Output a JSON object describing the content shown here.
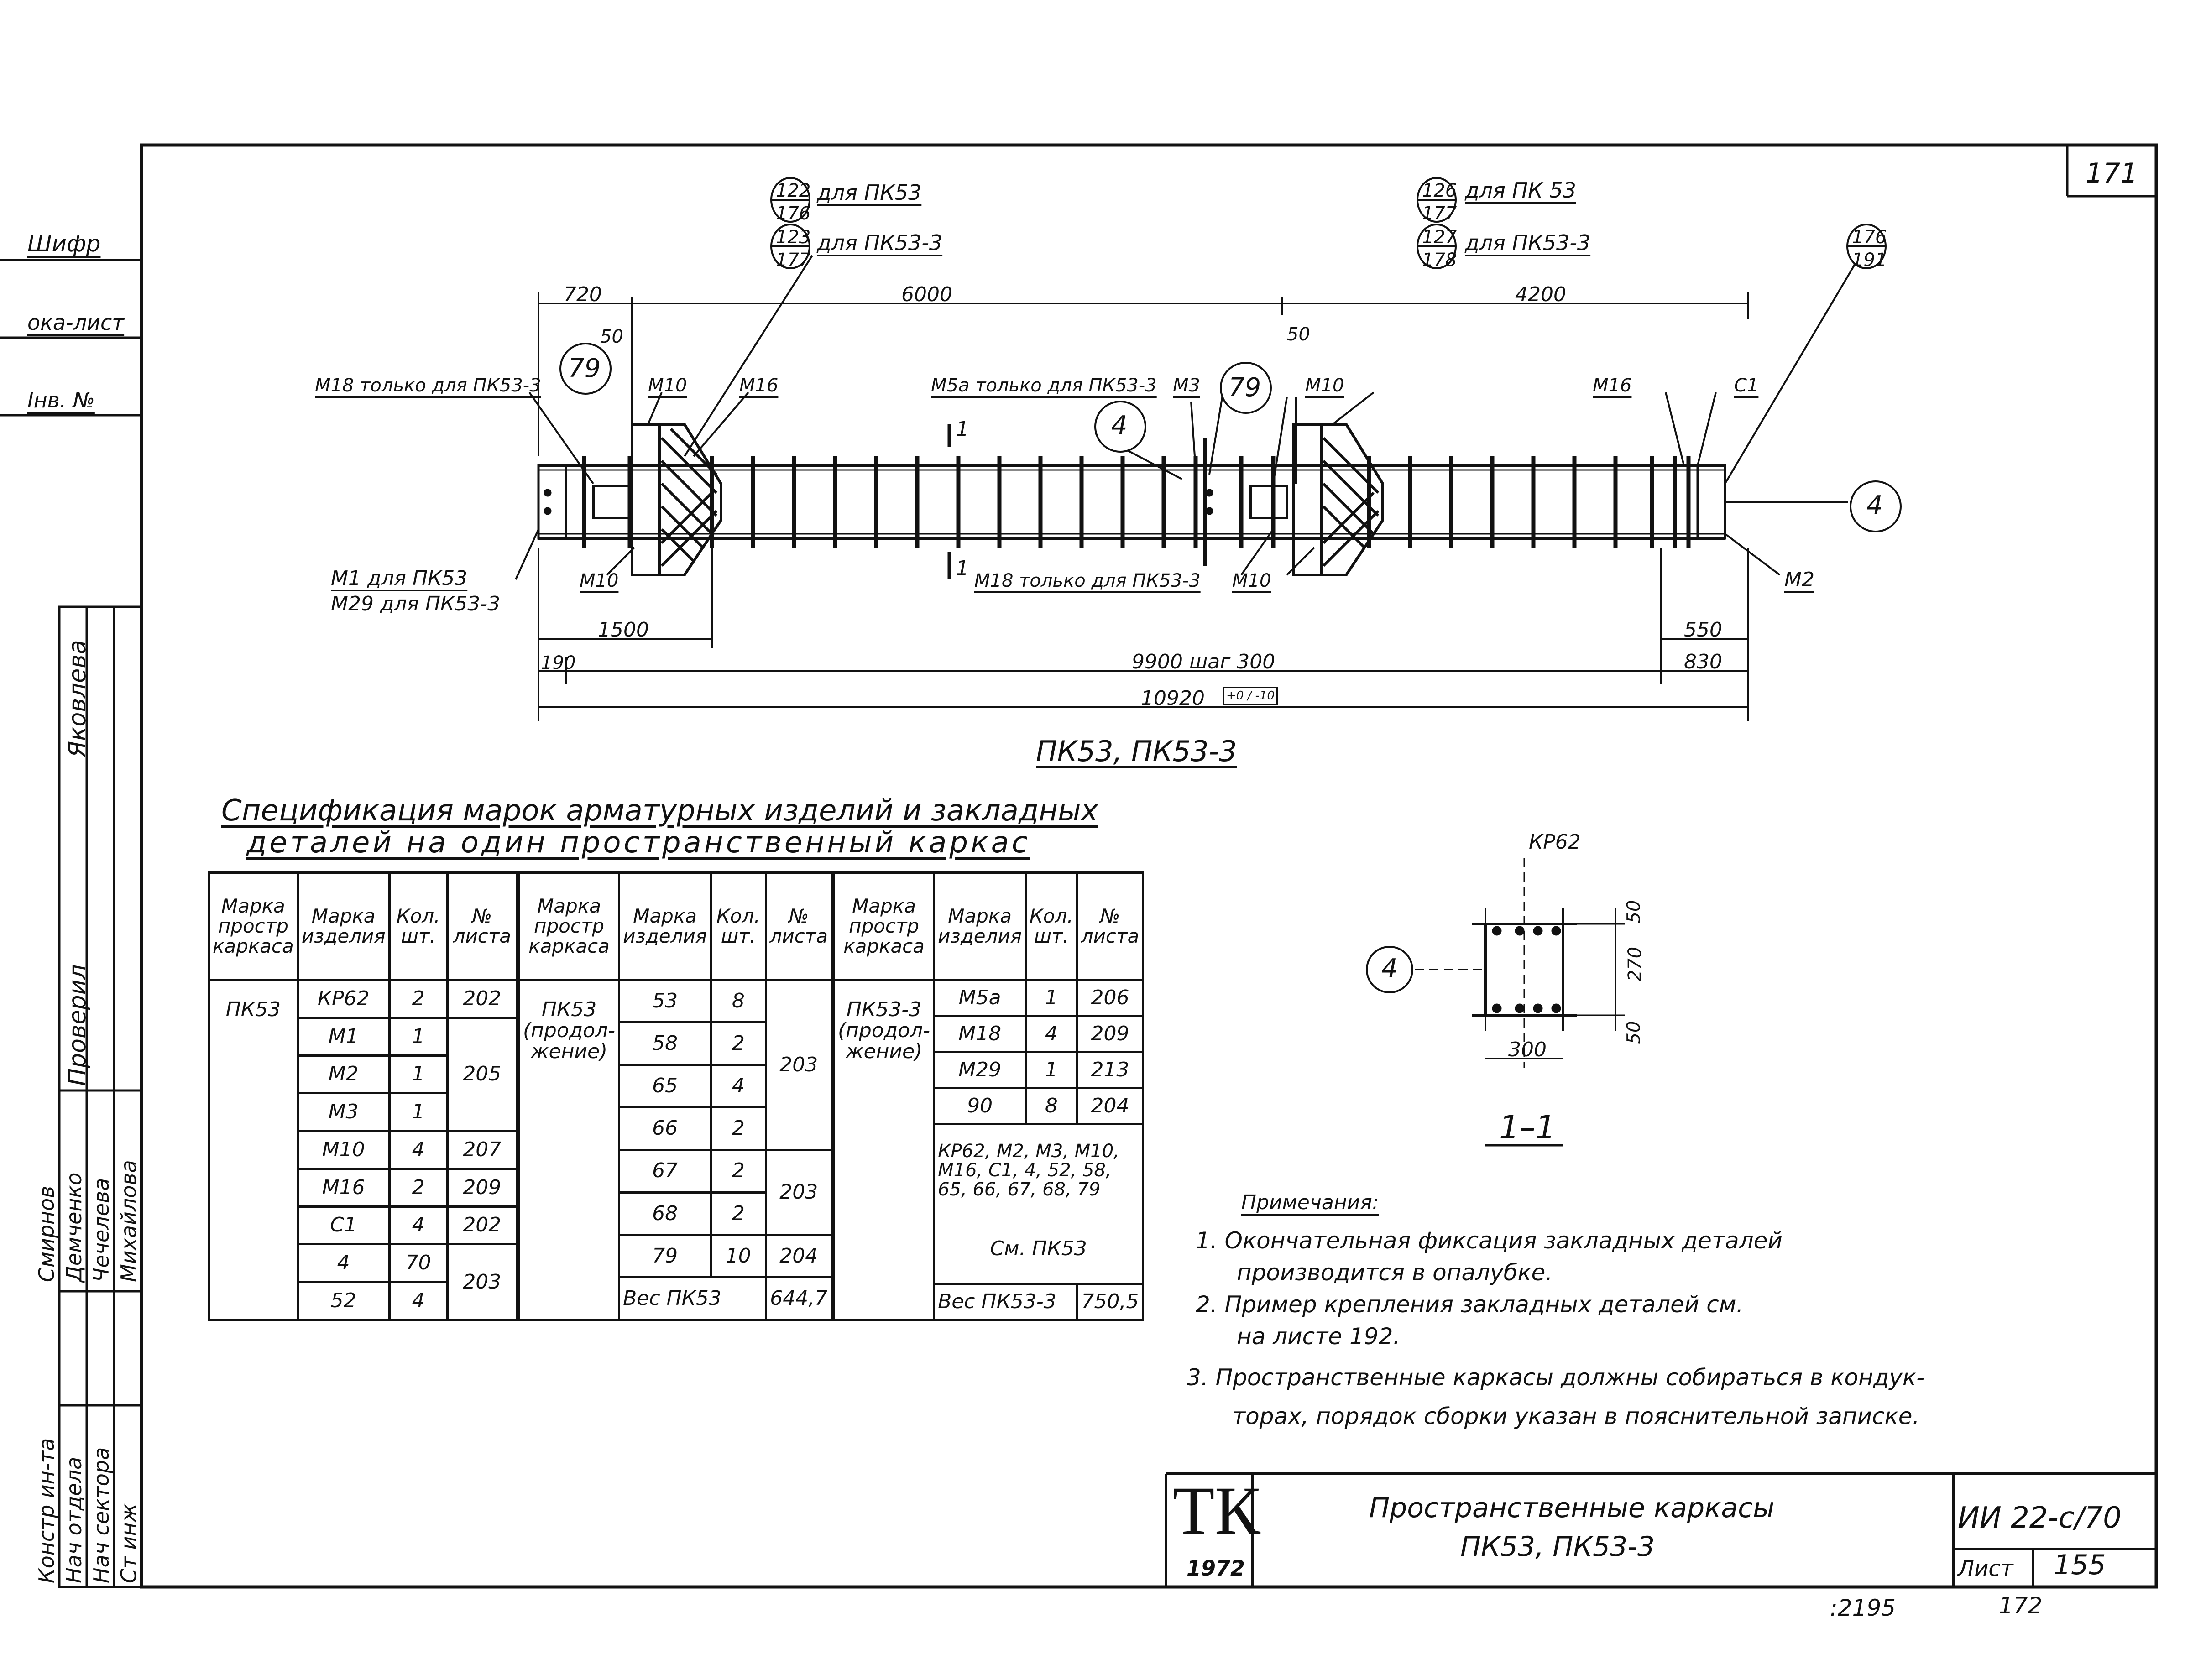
{
  "sheet": {
    "sheet_corner_number": "171",
    "stamp_cipher": "Шифр",
    "stamp_book_sheet": "ока-лист",
    "stamp_inv_no": "Інв. №"
  },
  "drawing": {
    "caption": "ПК53, ПК53-3",
    "refs": {
      "a1": "122",
      "a1b": "176",
      "a1t": "для ПК53",
      "a2": "123",
      "a2b": "177",
      "a2t": "для ПК53-3",
      "b1": "126",
      "b1b": "177",
      "b1t": "для ПК 53",
      "b2": "127",
      "b2b": "178",
      "b2t": "для ПК53-3",
      "c1": "176",
      "c1b": "191"
    },
    "callouts": {
      "n79": "79",
      "n4": "4"
    },
    "dims": {
      "d720": "720",
      "d6000": "6000",
      "d4200": "4200",
      "d50": "50",
      "d1500": "1500",
      "d550": "550",
      "d190": "190",
      "d9900": "9900 шаг 300",
      "d830": "830",
      "d10920": "10920",
      "tol": "+0 / -10"
    },
    "labels": {
      "m18_only": "М18 только для ПК53-3",
      "m10": "М10",
      "m16": "М16",
      "m5a": "М5а только для ПК53-3",
      "m3": "М3",
      "c1": "С1",
      "m1": "М1 для ПК53",
      "m29": "М29 для ПК53-3",
      "m18b": "М18 только для ПК53-3",
      "m2": "М2",
      "sec": "1"
    }
  },
  "section": {
    "kr": "КР62",
    "d50a": "50",
    "d270": "270",
    "d50b": "50",
    "d300": "300",
    "n4": "4",
    "title": "1–1"
  },
  "spec": {
    "title_line1": "Спецификация марок арматурных изделий и закладных",
    "title_line2": "деталей на один пространственный каркас",
    "headers": {
      "frame_mark": "Марка простр каркаса",
      "item_mark": "Марка изделия",
      "qty": "Кол. шт.",
      "sheet_no": "№ листа"
    },
    "col1": {
      "frame": "ПК53",
      "rows": [
        {
          "m": "КР62",
          "q": "2",
          "s": "202"
        },
        {
          "m": "М1",
          "q": "1",
          "s": ""
        },
        {
          "m": "М2",
          "q": "1",
          "s": "205"
        },
        {
          "m": "М3",
          "q": "1",
          "s": ""
        },
        {
          "m": "М10",
          "q": "4",
          "s": "207"
        },
        {
          "m": "М16",
          "q": "2",
          "s": "209"
        },
        {
          "m": "С1",
          "q": "4",
          "s": "202"
        },
        {
          "m": "4",
          "q": "70",
          "s": ""
        },
        {
          "m": "52",
          "q": "4",
          "s": "203"
        }
      ]
    },
    "col2": {
      "frame": "ПК53 (продол-жение)",
      "rows": [
        {
          "m": "53",
          "q": "8"
        },
        {
          "m": "58",
          "q": "2"
        },
        {
          "m": "65",
          "q": "4"
        },
        {
          "m": "66",
          "q": "2"
        },
        {
          "m": "67",
          "q": "2"
        },
        {
          "m": "68",
          "q": "2"
        },
        {
          "m": "79",
          "q": "10"
        }
      ],
      "s203a": "203",
      "s203b": "203",
      "s204": "204",
      "weight_label": "Вес ПК53",
      "weight": "644,7"
    },
    "col3": {
      "frame": "ПК53-3 (продол-жение)",
      "rows": [
        {
          "m": "М5а",
          "q": "1",
          "s": "206"
        },
        {
          "m": "М18",
          "q": "4",
          "s": "209"
        },
        {
          "m": "М29",
          "q": "1",
          "s": "213"
        },
        {
          "m": "90",
          "q": "8",
          "s": "204"
        }
      ],
      "list": "КР62, М2, М3, М10, М16, С1, 4, 52, 58, 65, 66, 67, 68, 79",
      "see": "См. ПК53",
      "weight_label": "Вес ПК53-3",
      "weight": "750,5"
    }
  },
  "notes": {
    "heading": "Примечания:",
    "n1a": "1. Окончательная фиксация закладных деталей",
    "n1b": "производится в опалубке.",
    "n2a": "2. Пример крепления закладных деталей см.",
    "n2b": "на листе 192.",
    "n3a": "3. Пространственные каркасы должны собираться в кондук-",
    "n3b": "торах, порядок сборки указан в пояснительной записке."
  },
  "title_block": {
    "logo": "ТК",
    "year": "1972",
    "title_line1": "Пространственные каркасы",
    "title_line2": "ПК53, ПК53-3",
    "code": "ИИ 22-с/70",
    "sheet_label": "Лист",
    "sheet_no": "155",
    "below_left": ":2195",
    "below_right": "172"
  },
  "left_stamp": {
    "roles": [
      "Констр ин-та",
      "Нач отдела",
      "Нач сектора",
      "Ст инж"
    ],
    "names": [
      "Смирнов",
      "Демченко",
      "Чечелева",
      "Михайлова"
    ],
    "checked": "Проверил",
    "checker": "Яковлева"
  }
}
